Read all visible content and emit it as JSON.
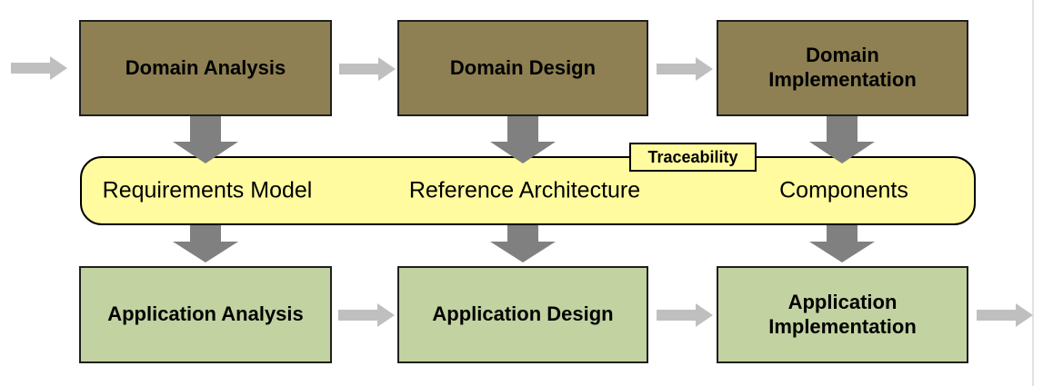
{
  "flow": {
    "domain_row": {
      "boxes": [
        {
          "label": "Domain Analysis"
        },
        {
          "label": "Domain Design"
        },
        {
          "label": "Domain Implementation"
        }
      ]
    },
    "artifacts_band": {
      "tag_label": "Traceability",
      "items": [
        {
          "label": "Requirements Model"
        },
        {
          "label": "Reference Architecture"
        },
        {
          "label": "Components"
        }
      ]
    },
    "application_row": {
      "boxes": [
        {
          "label": "Application Analysis"
        },
        {
          "label": "Application Design"
        },
        {
          "label": "Application Implementation"
        }
      ]
    }
  },
  "colors": {
    "domain_box": "#8e8052",
    "application_box": "#c2d2a0",
    "band": "#fffb9e",
    "traceability_box": "#fffb9e",
    "arrow_horizontal": "#bfbfbf",
    "arrow_vertical": "#808080",
    "box_border": "#1f1f1f",
    "page_edge": "#e2e2e2"
  }
}
